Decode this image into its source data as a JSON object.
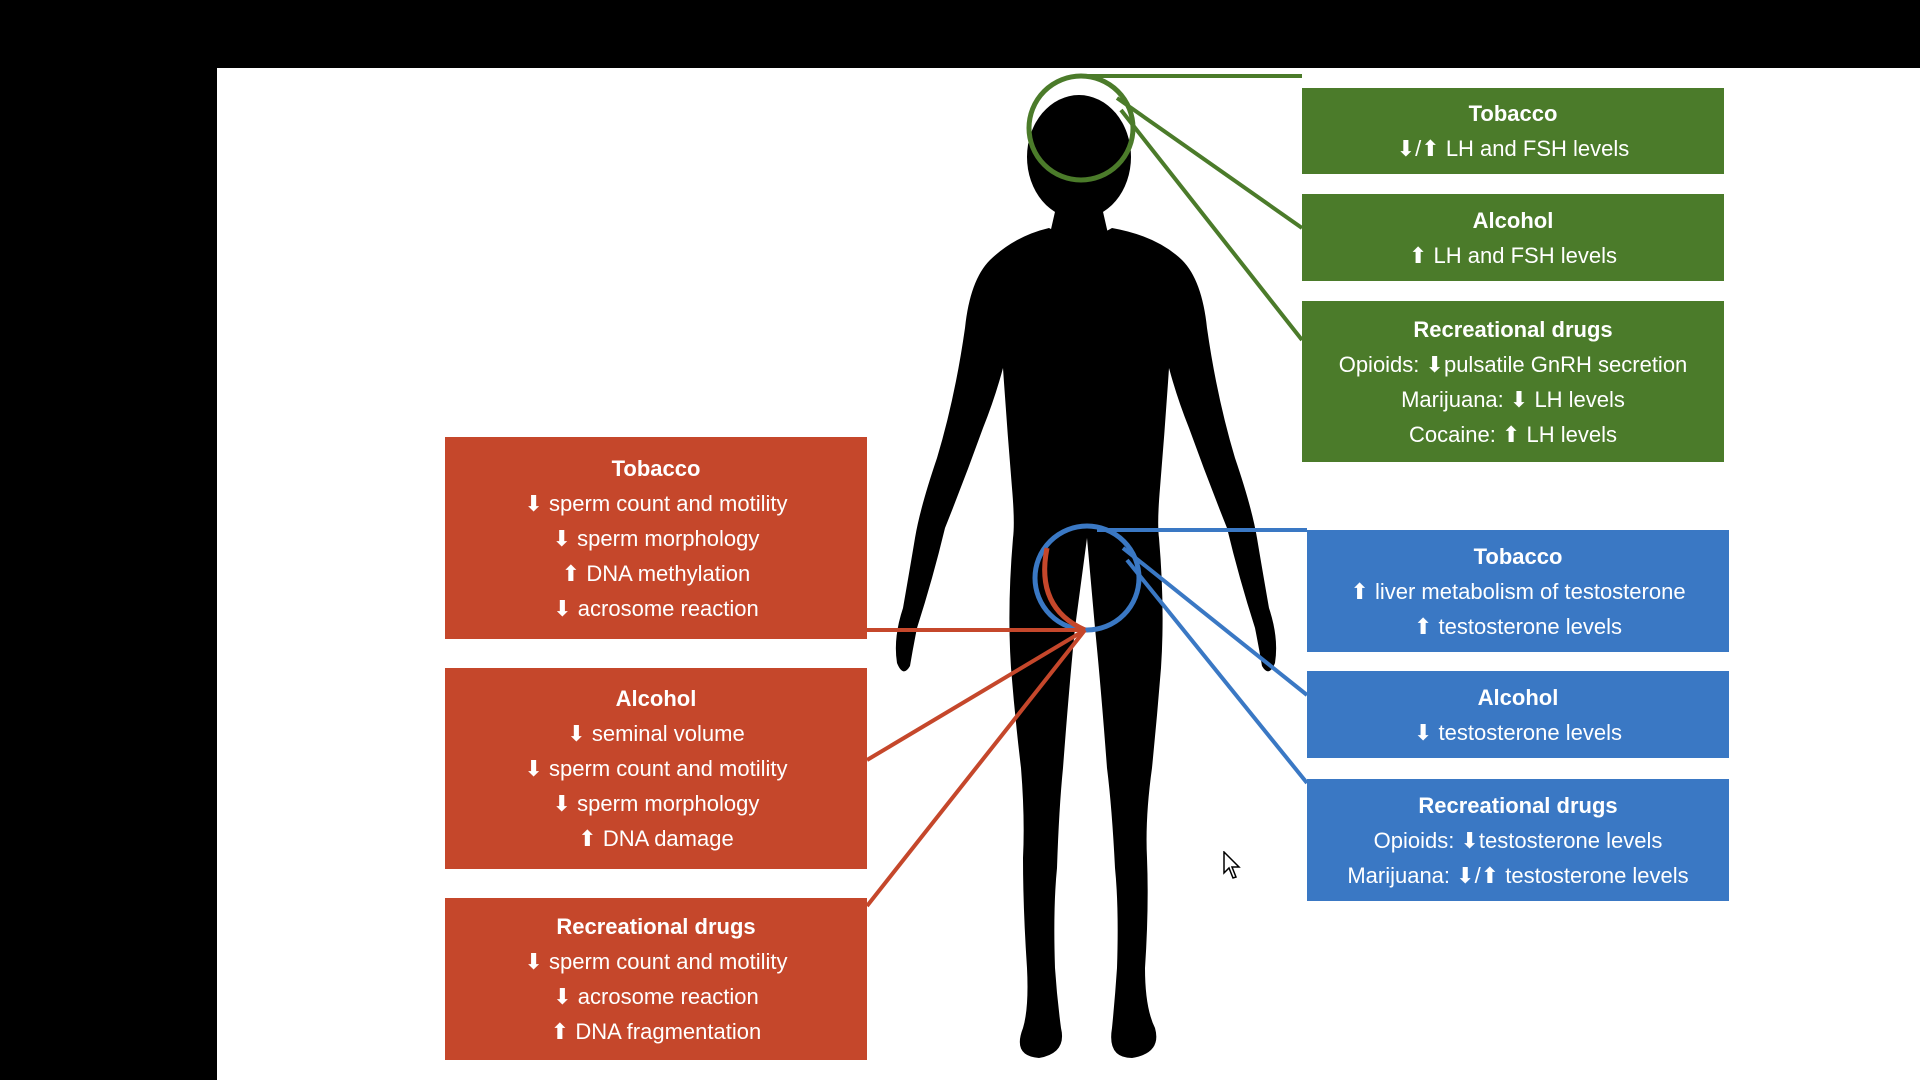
{
  "colors": {
    "green": "#4b7b2a",
    "red": "#c5472b",
    "blue": "#3a78c4",
    "silhouette": "#000000",
    "background": "#ffffff"
  },
  "brain_effects": [
    {
      "title": "Tobacco",
      "lines": [
        "⬇/⬆ LH and FSH levels"
      ]
    },
    {
      "title": "Alcohol",
      "lines": [
        "⬆ LH and FSH levels"
      ]
    },
    {
      "title": "Recreational drugs",
      "lines": [
        "Opioids: ⬇pulsatile GnRH secretion",
        "Marijuana: ⬇ LH levels",
        "Cocaine: ⬆ LH levels"
      ]
    }
  ],
  "sperm_effects": [
    {
      "title": "Tobacco",
      "lines": [
        "⬇ sperm count and motility",
        "⬇ sperm morphology",
        "⬆ DNA methylation",
        "⬇ acrosome reaction"
      ]
    },
    {
      "title": "Alcohol",
      "lines": [
        "⬇ seminal volume",
        "⬇ sperm count and motility",
        "⬇ sperm morphology",
        "⬆ DNA damage"
      ]
    },
    {
      "title": "Recreational drugs",
      "lines": [
        "⬇ sperm count and motility",
        "⬇ acrosome reaction",
        "⬆ DNA fragmentation"
      ]
    }
  ],
  "testis_effects": [
    {
      "title": "Tobacco",
      "lines": [
        "⬆ liver metabolism of testosterone",
        "⬆ testosterone levels"
      ]
    },
    {
      "title": "Alcohol",
      "lines": [
        "⬇ testosterone levels"
      ]
    },
    {
      "title": "Recreational drugs",
      "lines": [
        "Opioids: ⬇testosterone levels",
        "Marijuana: ⬇/⬆ testosterone levels"
      ]
    }
  ]
}
